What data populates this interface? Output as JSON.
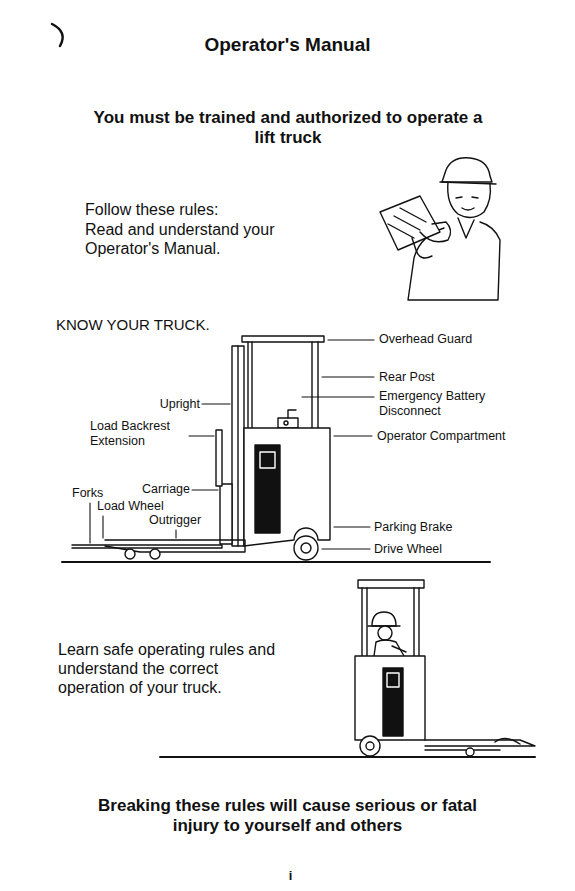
{
  "diagram": {
    "title": "Operator's Manual",
    "labels": [
      "You must be trained and authorized to operate a lift truck",
      "Follow these rules:",
      "Read and understand your Operator's Manual.",
      "KNOW YOUR TRUCK.",
      "Overhead Guard",
      "Rear Post",
      "Emergency Battery Disconnect",
      "Operator Compartment",
      "Upright",
      "Load Backrest Extension",
      "Carriage",
      "Forks",
      "Load Wheel",
      "Outrigger",
      "Parking Brake",
      "Drive Wheel",
      "Learn safe operating rules and understand the correct operation of your truck.",
      "Breaking these rules will cause serious or fatal injury to yourself and others",
      "i"
    ]
  }
}
